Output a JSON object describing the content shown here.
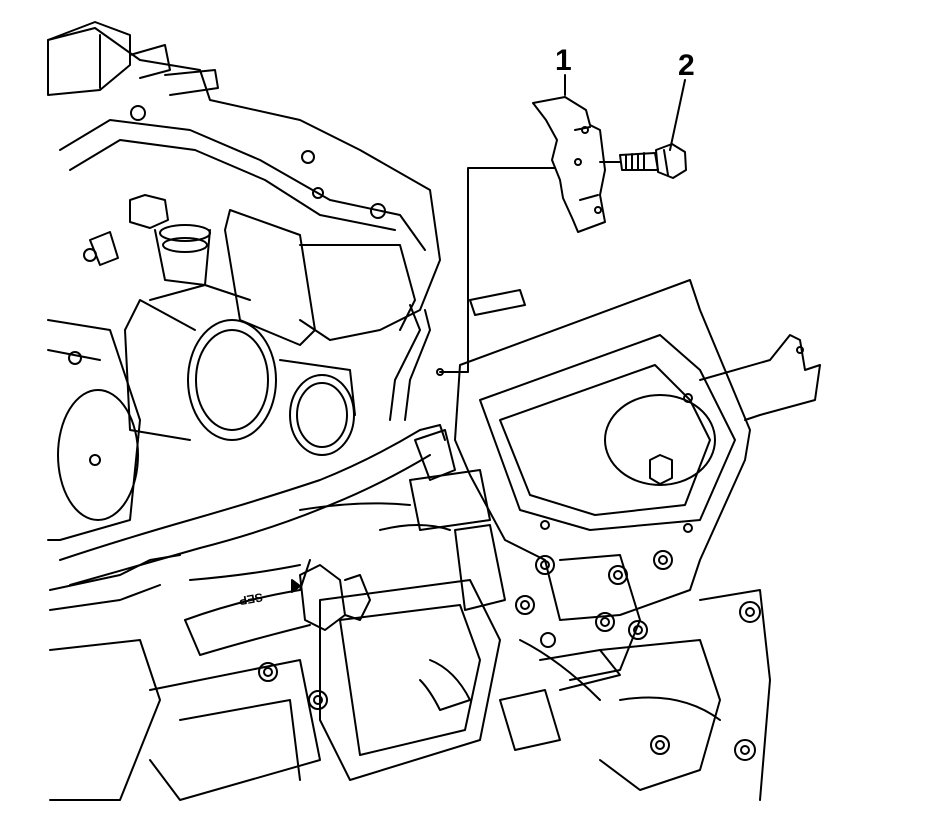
{
  "diagram": {
    "callouts": [
      {
        "id": "1",
        "label": "1",
        "part": "bracket"
      },
      {
        "id": "2",
        "label": "2",
        "part": "bolt"
      }
    ],
    "hose_marking": "SEP",
    "line_color": "#000000",
    "background": "#ffffff"
  }
}
